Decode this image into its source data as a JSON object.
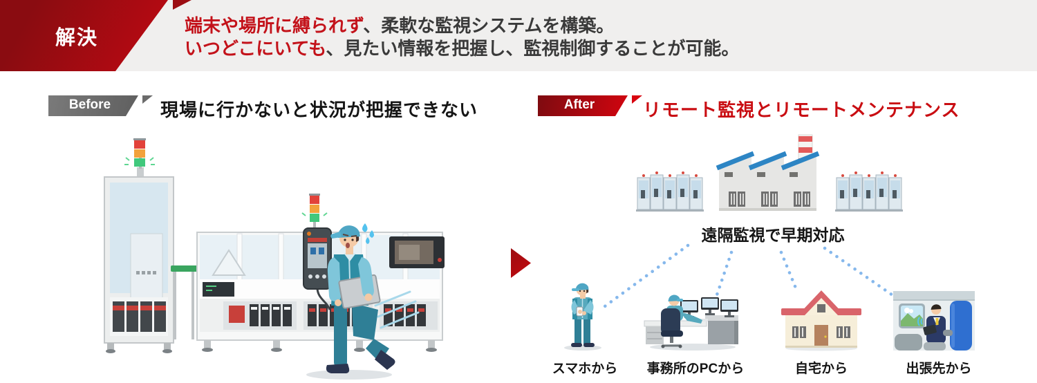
{
  "banner": {
    "label": "解決",
    "line1": {
      "highlight": "端末や場所に縛られず",
      "rest": "、柔軟な監視システムを構築。"
    },
    "line2": {
      "highlight": "いつどこにいても",
      "rest": "、見たい情報を把握し、監視制御することが可能。"
    }
  },
  "before": {
    "label": "Before",
    "headline": "現場に行かないと状況が把握できない",
    "illustration": "factory-line-with-worried-worker"
  },
  "after": {
    "label": "After",
    "headline": "リモート監視とリモートメンテナンス",
    "factory_caption": "遠隔監視で早期対応",
    "scenarios": [
      {
        "label": "スマホから",
        "icon": "worker-with-smartphone"
      },
      {
        "label": "事務所のPCから",
        "icon": "worker-at-office-pc"
      },
      {
        "label": "自宅から",
        "icon": "house"
      },
      {
        "label": "出張先から",
        "icon": "businessman-on-train"
      }
    ]
  },
  "colors": {
    "strip_bg": "#f0efee",
    "brand_red_dark": "#8a0c11",
    "brand_red": "#c70912",
    "highlight_text_red": "#c3121a",
    "body_text": "#3a3a3a",
    "label_gray": "#6b6b6b",
    "dot_line_blue": "#86b8ec",
    "factory_roof_blue": "#2d85c4",
    "chimney_red": "#e25a5a",
    "worker_teal": "#2e8da4",
    "house_roof": "#d9646a",
    "train_seat_blue": "#2f6fd0"
  }
}
